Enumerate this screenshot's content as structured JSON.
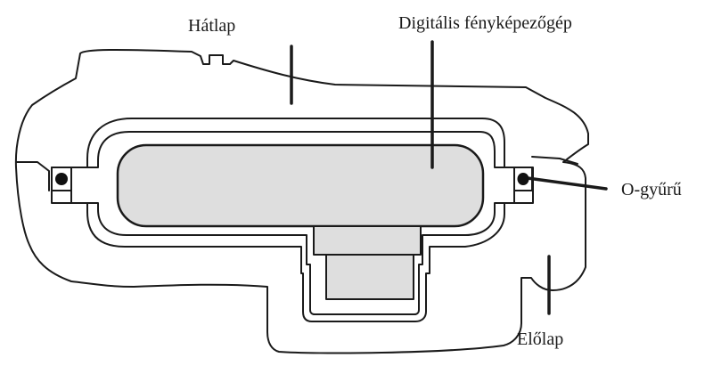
{
  "labels": {
    "back_cover": "Hátlap",
    "camera": "Digitális fényképezőgép",
    "o_ring": "O-gyűrű",
    "front_cover": "Előlap"
  },
  "colors": {
    "outline": "#1a1a1a",
    "camera_fill": "#dedede",
    "background": "#ffffff"
  }
}
